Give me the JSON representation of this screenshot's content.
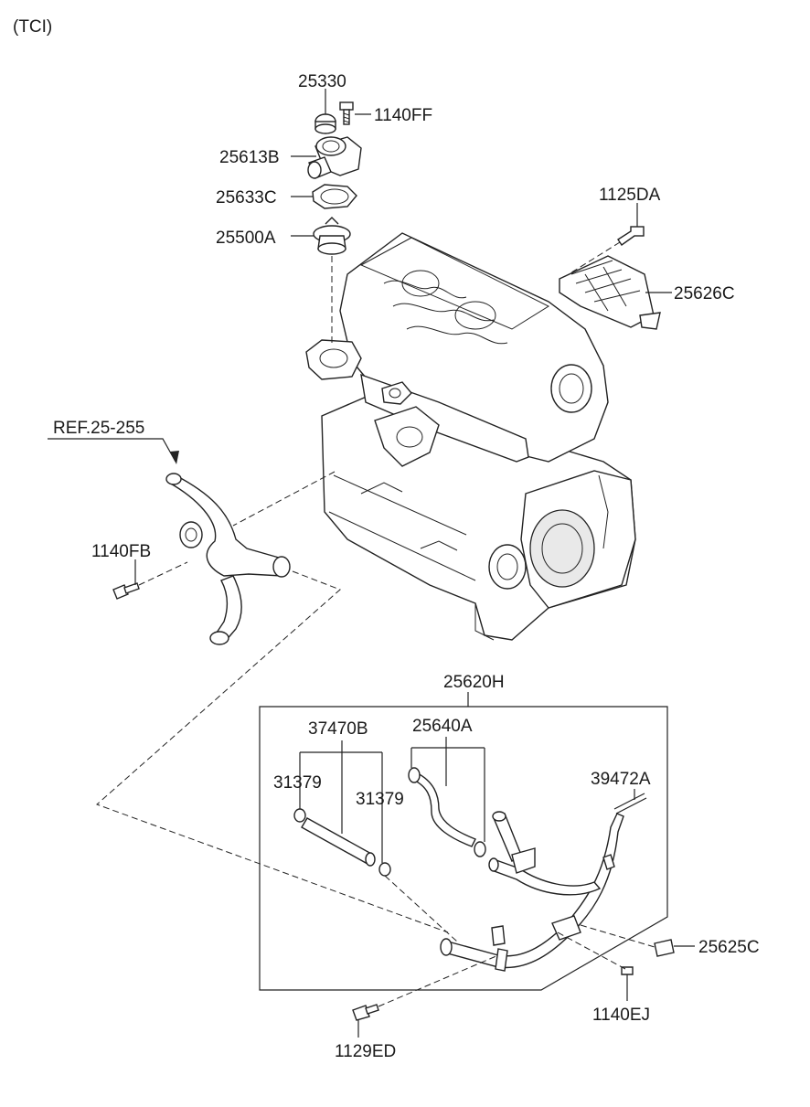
{
  "header": {
    "variant": "(TCI)"
  },
  "labels": {
    "p25330": "25330",
    "p1140FF": "1140FF",
    "p25613B": "25613B",
    "p25633C": "25633C",
    "p25500A": "25500A",
    "p1125DA": "1125DA",
    "p25626C": "25626C",
    "ref25255": "REF.25-255",
    "p1140FB": "1140FB",
    "p25620H": "25620H",
    "p37470B": "37470B",
    "p25640A": "25640A",
    "p31379a": "31379",
    "p31379b": "31379",
    "p39472A": "39472A",
    "p25625C": "25625C",
    "p1140EJ": "1140EJ",
    "p1129ED": "1129ED"
  },
  "colors": {
    "ink": "#222222",
    "background": "#ffffff"
  }
}
